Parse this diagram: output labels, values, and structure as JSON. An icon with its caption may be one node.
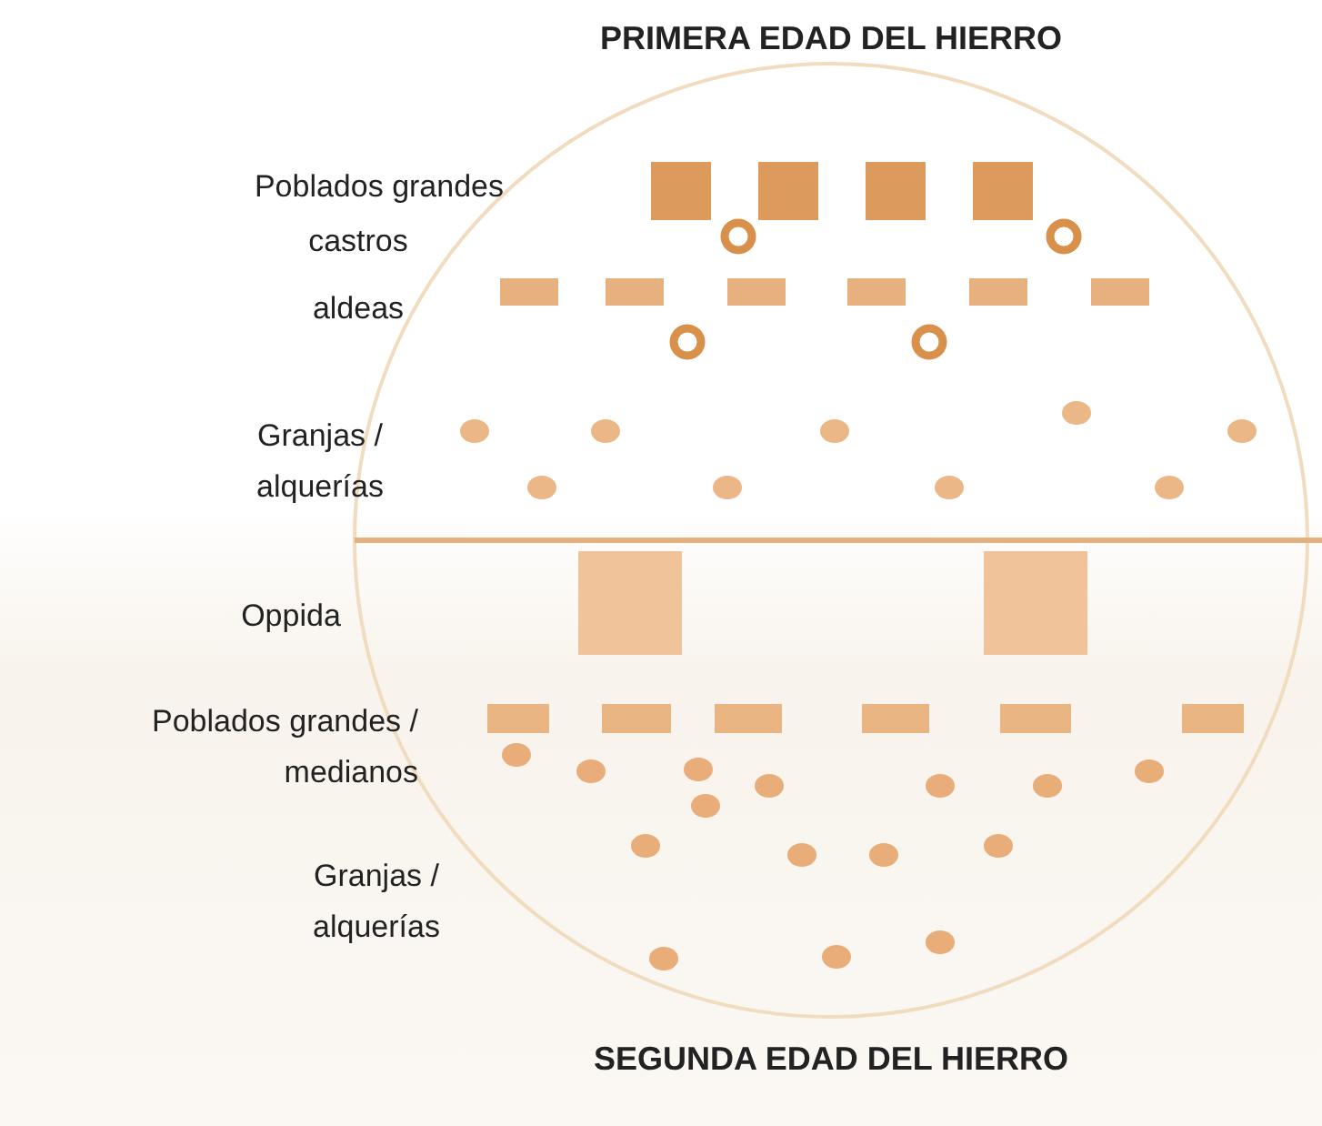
{
  "diagram": {
    "title": "PRIMERA EDAD DEL HIERRO",
    "caption": "SEGUNDA EDAD DEL HIERRO",
    "labels": [
      "Poblados grandes",
      "castros",
      "aldeas",
      "Granjas / alquerías",
      "Oppida",
      "Poblados grandes / medianos",
      "Granjas / alquerías"
    ]
  }
}
